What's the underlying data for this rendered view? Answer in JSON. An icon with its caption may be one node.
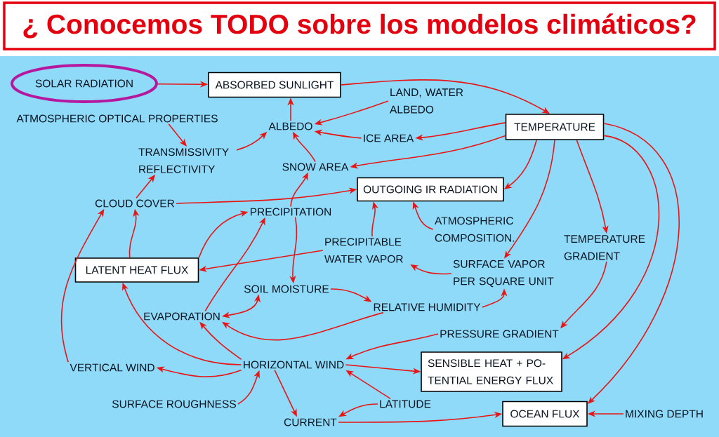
{
  "diagram": {
    "title": "¿ Conocemos TODO sobre los modelos climáticos?",
    "nodes": [
      {
        "text": [
          "SOLAR RADIATION"
        ]
      },
      {
        "text": [
          "ABSORBED SUNLIGHT"
        ]
      },
      {
        "text": [
          "LAND, WATER ALBEDO"
        ]
      },
      {
        "text": [
          "ATMOSPHERIC OPTICAL PROPERTIES"
        ]
      },
      {
        "text": [
          "ALBEDO"
        ]
      },
      {
        "text": [
          "TEMPERATURE"
        ]
      },
      {
        "text": [
          "ICE AREA"
        ]
      },
      {
        "text": [
          "TRANSMISSIVITY REFLECTIVITY"
        ]
      },
      {
        "text": [
          "SNOW AREA"
        ]
      },
      {
        "text": [
          "OUTGOING IR RADIATION"
        ]
      },
      {
        "text": [
          "CLOUD COVER"
        ]
      },
      {
        "text": [
          "PRECIPITATION"
        ]
      },
      {
        "text": [
          "ATMOSPHERIC COMPOSITION."
        ]
      },
      {
        "text": [
          "PRECIPITABLE WATER VAPOR"
        ]
      },
      {
        "text": [
          "TEMPERATURE GRADIENT"
        ]
      },
      {
        "text": [
          "LATENT HEAT FLUX"
        ]
      },
      {
        "text": [
          "SURFACE VAPOR PER SQUARE UNIT"
        ]
      },
      {
        "text": [
          "SOIL MOISTURE"
        ]
      },
      {
        "text": [
          "RELATIVE HUMIDITY"
        ]
      },
      {
        "text": [
          "EVAPORATION"
        ]
      },
      {
        "text": [
          "PRESSURE GRADIENT"
        ]
      },
      {
        "text": [
          "VERTICAL WIND"
        ]
      },
      {
        "text": [
          "HORIZONTAL WIND"
        ]
      },
      {
        "text": [
          "SENSIBLE HEAT + PO- TENTIAL ENERGY FLUX"
        ]
      },
      {
        "text": [
          "SURFACE ROUGHNESS"
        ]
      },
      {
        "text": [
          "LATITUDE"
        ]
      },
      {
        "text": [
          "CURRENT"
        ]
      },
      {
        "text": [
          "OCEAN FLUX"
        ]
      },
      {
        "text": [
          "MIXING DEPTH"
        ]
      }
    ],
    "edges": [
      {
        "from": 0,
        "to": 1,
        "arrow": "to"
      },
      {
        "from": 1,
        "to": 5,
        "arrow": "to"
      },
      {
        "from": 2,
        "to": 4,
        "arrow": "to"
      },
      {
        "from": 5,
        "to": 6,
        "arrow": "to"
      },
      {
        "from": 6,
        "to": 4,
        "arrow": "to"
      },
      {
        "from": 4,
        "to": 1,
        "arrow": "to"
      },
      {
        "from": 8,
        "to": 4,
        "arrow": "to"
      },
      {
        "from": 5,
        "to": 8,
        "arrow": "to"
      },
      {
        "from": 3,
        "to": 7,
        "arrow": "to"
      },
      {
        "from": 7,
        "to": 4,
        "arrow": "to"
      },
      {
        "from": 10,
        "to": 7,
        "arrow": "to"
      },
      {
        "from": 10,
        "to": 9,
        "arrow": "to"
      },
      {
        "from": 11,
        "to": 8,
        "arrow": "to"
      },
      {
        "from": 5,
        "to": 9,
        "arrow": "to"
      },
      {
        "from": 5,
        "to": 16,
        "arrow": "to"
      },
      {
        "from": 5,
        "to": 14,
        "arrow": "to"
      },
      {
        "from": 5,
        "to": 23,
        "arrow": "to"
      },
      {
        "from": 5,
        "to": 27,
        "arrow": "to"
      },
      {
        "from": 12,
        "to": 9,
        "arrow": "to"
      },
      {
        "from": 13,
        "to": 9,
        "arrow": "to"
      },
      {
        "from": 13,
        "to": 15,
        "arrow": "to"
      },
      {
        "from": 16,
        "to": 13,
        "arrow": "to"
      },
      {
        "from": 14,
        "to": 20,
        "arrow": "to"
      },
      {
        "from": 15,
        "to": 10,
        "arrow": "to"
      },
      {
        "from": 21,
        "to": 10,
        "arrow": "to"
      },
      {
        "from": 15,
        "to": 11,
        "arrow": "to"
      },
      {
        "from": 19,
        "to": 11,
        "arrow": "to"
      },
      {
        "from": 11,
        "to": 17,
        "arrow": "to"
      },
      {
        "from": 19,
        "to": 17,
        "arrow": "both"
      },
      {
        "from": 17,
        "to": 18,
        "arrow": "to"
      },
      {
        "from": 18,
        "to": 16,
        "arrow": "to"
      },
      {
        "from": 18,
        "to": 19,
        "arrow": "to"
      },
      {
        "from": 22,
        "to": 15,
        "arrow": "to"
      },
      {
        "from": 22,
        "to": 19,
        "arrow": "to"
      },
      {
        "from": 22,
        "to": 21,
        "arrow": "to"
      },
      {
        "from": 20,
        "to": 22,
        "arrow": "to"
      },
      {
        "from": 22,
        "to": 23,
        "arrow": "to"
      },
      {
        "from": 25,
        "to": 22,
        "arrow": "to"
      },
      {
        "from": 25,
        "to": 26,
        "arrow": "to"
      },
      {
        "from": 22,
        "to": 26,
        "arrow": "to"
      },
      {
        "from": 24,
        "to": 22,
        "arrow": "to"
      },
      {
        "from": 26,
        "to": 27,
        "arrow": "to"
      },
      {
        "from": 28,
        "to": 27,
        "arrow": "to"
      }
    ]
  }
}
